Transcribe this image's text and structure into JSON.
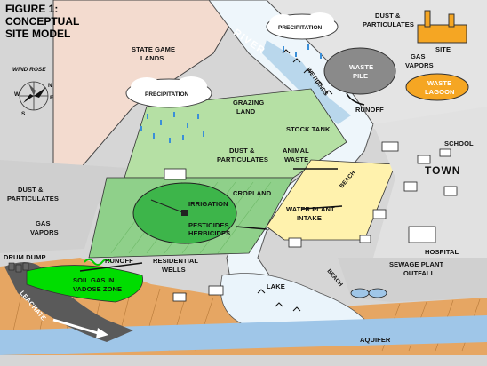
{
  "figure": {
    "title_line1": "FIGURE 1:",
    "title_line2": "CONCEPTUAL",
    "title_line3": "SITE MODEL"
  },
  "labels": {
    "wind_rose": "WIND ROSE",
    "wind_rose_n": "N",
    "wind_rose_e": "E",
    "wind_rose_s": "S",
    "wind_rose_w": "W",
    "state_game_lands_1": "STATE GAME",
    "state_game_lands_2": "LANDS",
    "river": "RIVER",
    "precipitation_top": "PRECIPITATION",
    "precipitation_left": "PRECIPITATION",
    "wetlands": "WETLANDS",
    "dust_particulates_top_1": "DUST &",
    "dust_particulates_top_2": "PARTICULATES",
    "site": "SITE",
    "gas_vapors_top_1": "GAS",
    "gas_vapors_top_2": "VAPORS",
    "waste_pile_1": "WASTE",
    "waste_pile_2": "PILE",
    "waste_lagoon_1": "WASTE",
    "waste_lagoon_2": "LAGOON",
    "runoff_top": "RUNOFF",
    "grazing_land_1": "GRAZING",
    "grazing_land_2": "LAND",
    "stock_tank": "STOCK TANK",
    "school": "SCHOOL",
    "town": "TOWN",
    "dust_particulates_mid_1": "DUST &",
    "dust_particulates_mid_2": "PARTICULATES",
    "animal_waste_1": "ANIMAL",
    "animal_waste_2": "WASTE",
    "beach_upper": "BEACH",
    "dust_particulates_left_1": "DUST &",
    "dust_particulates_left_2": "PARTICULATES",
    "cropland": "CROPLAND",
    "irrigation": "IRRIGATION",
    "gas_vapors_left_1": "GAS",
    "gas_vapors_left_2": "VAPORS",
    "pesticides_1": "PESTICIDES",
    "pesticides_2": "HERBICIDES",
    "water_plant_1": "WATER PLANT",
    "water_plant_2": "INTAKE",
    "hospital": "HOSPITAL",
    "drum_dump": "DRUM DUMP",
    "runoff_left": "RUNOFF",
    "residential_wells_1": "RESIDENTIAL",
    "residential_wells_2": "WELLS",
    "beach_lower": "BEACH",
    "sewage_1": "SEWAGE PLANT",
    "sewage_2": "OUTFALL",
    "soil_gas_1": "SOIL GAS IN",
    "soil_gas_2": "VADOSE ZONE",
    "leachate": "LEACHATE",
    "lake": "LAKE",
    "aquifer": "AQUIFER"
  },
  "colors": {
    "sky_gray": "#d8d8d8",
    "pink_land": "#f2d9cc",
    "light_green": "#b8e0a8",
    "mid_green": "#8ecf84",
    "irrigation_green": "#3fb34a",
    "bright_green": "#00dd00",
    "river_blue": "#cfe7f5",
    "water_plant_yellow": "#fff3b0",
    "orange": "#f5a623",
    "soil_brown": "#e0a060",
    "leachate_gray": "#555555",
    "aquifer_blue": "#9fc6e8"
  }
}
